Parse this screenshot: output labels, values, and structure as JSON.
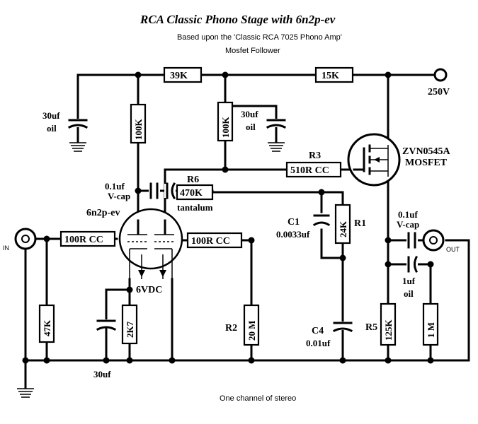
{
  "title": "RCA Classic   Phono   Stage  with    6n2p-ev",
  "subtitle_1": "Based upon the 'Classic RCA 7025 Phono Amp'",
  "subtitle_2": "Mosfet Follower",
  "footer": "One channel of stereo",
  "supply_label": "250V",
  "input_label": "IN",
  "output_label": "OUT",
  "tube": {
    "name": "6n2p-ev",
    "heater": "6VDC"
  },
  "mosfet": {
    "part": "ZVN0545A",
    "type": "MOSFET"
  },
  "resistors": {
    "r_39k": "39K",
    "r_15k": "15K",
    "r_100k_a": "100K",
    "r_100k_b": "100K",
    "r3_name": "R3",
    "r3_value": "510R CC",
    "r6_name": "R6",
    "r6_value": "470K",
    "r_grid_in": "100R CC",
    "r_grid_2": "100R CC",
    "r1_name": "R1",
    "r1_value": "24K",
    "r2_name": "R2",
    "r2_value": "20 M",
    "r5_name": "R5",
    "r5_value": "125K",
    "r_47k": "47K",
    "r_2k7": "2K7",
    "r_1m": "1 M"
  },
  "capacitors": {
    "c_supply_1": "30uf",
    "c_supply_1_type": "oil",
    "c_supply_2": "30uf",
    "c_supply_2_type": "oil",
    "c_coupling": "0.1uf",
    "c_coupling_type": "V-cap",
    "c_tantalum": "tantalum",
    "c1_name": "C1",
    "c1_value": "0.0033uf",
    "c4_name": "C4",
    "c4_value": "0.01uf",
    "c_cathode": "30uf",
    "c_out_1": "0.1uf",
    "c_out_1_type": "V-cap",
    "c_out_2": "1uf",
    "c_out_2_type": "oil"
  }
}
